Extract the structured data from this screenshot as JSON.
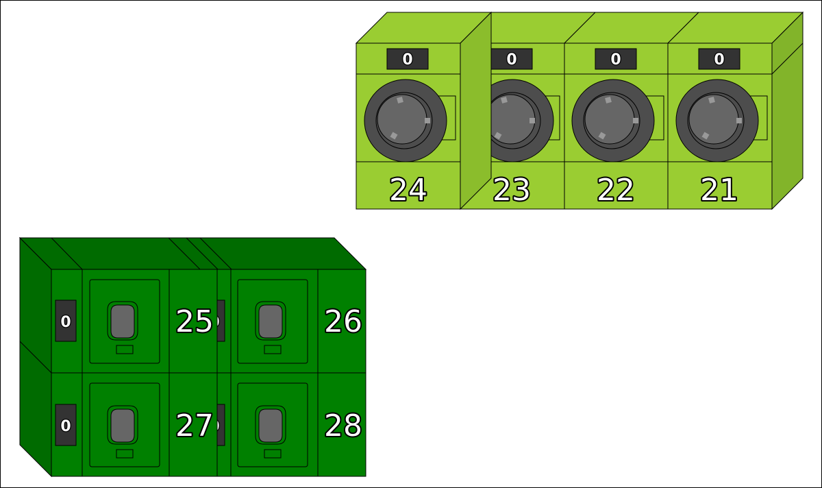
{
  "colors": {
    "washer_green": "#9acd32",
    "washer_green_dark": "#82b42a",
    "washer_green_side": "#8bbd2c",
    "dryer_green": "#008000",
    "dryer_green_dark": "#006b00",
    "door_gray": "#4d4d4d",
    "drum_gray": "#666666",
    "panel_dark": "#333333"
  },
  "washers": [
    {
      "number": "24",
      "counter": "0"
    },
    {
      "number": "23",
      "counter": "0"
    },
    {
      "number": "22",
      "counter": "0"
    },
    {
      "number": "21",
      "counter": "0"
    }
  ],
  "dryers": [
    {
      "number": "25",
      "counter": "0"
    },
    {
      "number": "26",
      "counter": "0"
    },
    {
      "number": "27",
      "counter": "0"
    },
    {
      "number": "28",
      "counter": "0"
    }
  ]
}
